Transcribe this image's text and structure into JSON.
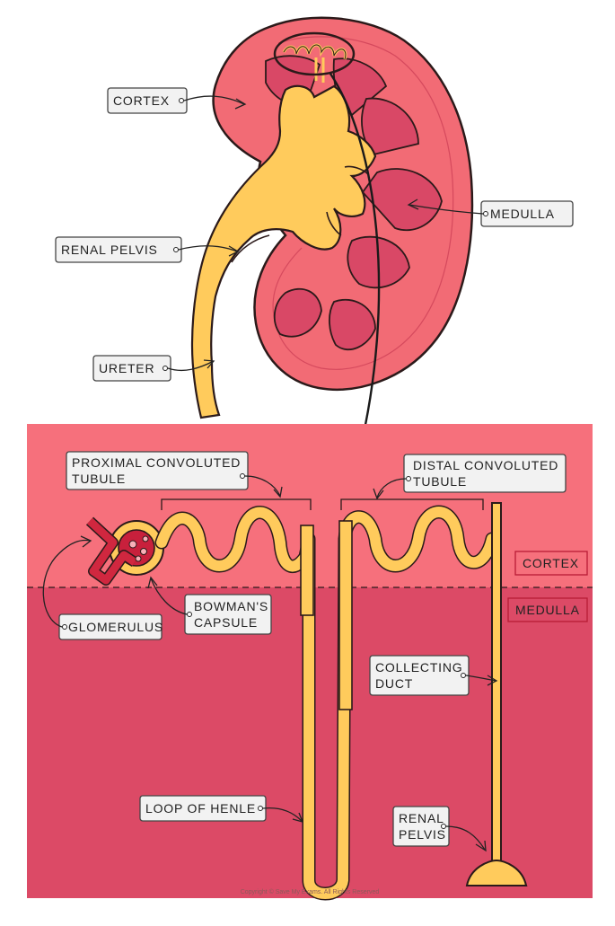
{
  "colors": {
    "cortex": "#f26b75",
    "medulla_pyramid": "#d94866",
    "pelvis": "#ffcb5c",
    "outline": "#2b1a1a",
    "lower_cortex_bg": "#f6707c",
    "lower_medulla_bg": "#dc4a66",
    "label_box": "#f2f2f2",
    "region_box_border": "#b81c35"
  },
  "kidney_labels": {
    "cortex": "CORTEX",
    "medulla": "MEDULLA",
    "renal_pelvis": "RENAL PELVIS",
    "ureter": "URETER"
  },
  "nephron_labels": {
    "pct_line1": "PROXIMAL CONVOLUTED",
    "pct_line2": "TUBULE",
    "dct_line1": "DISTAL CONVOLUTED",
    "dct_line2": "TUBULE",
    "cortex_region": "CORTEX",
    "medulla_region": "MEDULLA",
    "glomerulus": "GLOMERULUS",
    "bowmans_line1": "BOWMAN'S",
    "bowmans_line2": "CAPSULE",
    "collecting_line1": "COLLECTING",
    "collecting_line2": "DUCT",
    "loop_of_henle": "LOOP OF HENLE",
    "renal_pelvis_line1": "RENAL",
    "renal_pelvis_line2": "PELVIS"
  },
  "copyright_text": "Copyright © Save My Exams. All Rights Reserved"
}
